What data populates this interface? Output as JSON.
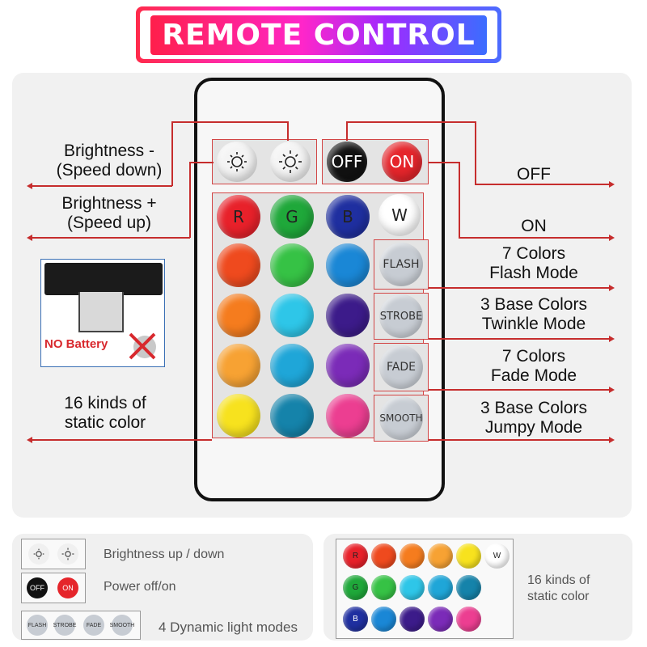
{
  "title": "REMOTE CONTROL",
  "remote": {
    "brightness_buttons": [
      "brightness-down",
      "brightness-up"
    ],
    "power": {
      "off_label": "OFF",
      "on_label": "ON"
    },
    "rgbw": [
      "R",
      "G",
      "B",
      "W"
    ],
    "modes": [
      "FLASH",
      "STROBE",
      "FADE",
      "SMOOTH"
    ],
    "colors": {
      "row1": [
        "#e8212a",
        "#1fa83a",
        "#1f2fa0",
        "#ffffff"
      ],
      "row2": [
        "#ef4a1e",
        "#36c245",
        "#1a87d6"
      ],
      "row3": [
        "#f57c1e",
        "#2ec6e8",
        "#3c1b8a"
      ],
      "row4": [
        "#f7a233",
        "#1fa6d8",
        "#7b2bb8"
      ],
      "row5": [
        "#f7e21e",
        "#1583aa",
        "#ec3e91"
      ]
    }
  },
  "labels": {
    "brightness_down": "Brightness -\n(Speed down)",
    "brightness_up": "Brightness +\n(Speed up)",
    "off": "OFF",
    "on": "ON",
    "flash": "7 Colors\nFlash Mode",
    "strobe": "3 Base Colors\nTwinkle Mode",
    "fade": "7 Colors\nFade Mode",
    "smooth": "3 Base Colors\nJumpy Mode",
    "static": "16 kinds of\nstatic color",
    "no_battery": "NO Battery"
  },
  "legend": {
    "brightness": "Brightness up / down",
    "power": "Power off/on",
    "dynamic": "4 Dynamic light modes",
    "static": "16 kinds of\nstatic color",
    "mini_modes": [
      "FLASH",
      "STROBE",
      "FADE",
      "SMOOTH"
    ],
    "mini_power": [
      "OFF",
      "ON"
    ],
    "mini_rgbw": [
      "R",
      "G",
      "B",
      "W"
    ]
  }
}
